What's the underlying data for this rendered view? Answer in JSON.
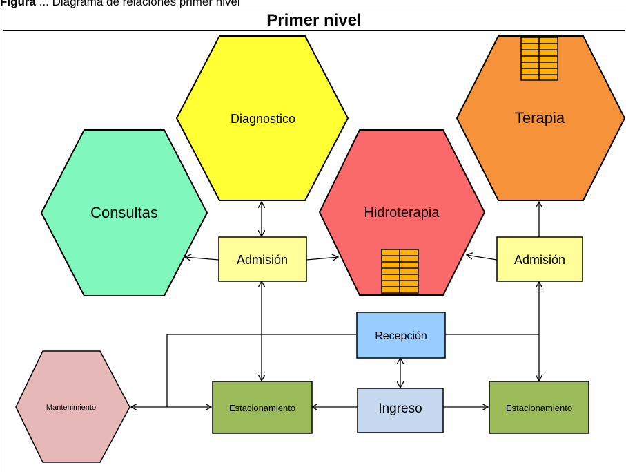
{
  "caption": {
    "prefix": "Figura",
    "rest": "... Diagrama de relaciones primer nivel"
  },
  "title": "Primer nivel",
  "nodes": {
    "diagnostico": "Diagnostico",
    "terapia": "Terapia",
    "consultas": "Consultas",
    "hidroterapia": "Hidroterapia",
    "admision_left": "Admisión",
    "admision_right": "Admisión",
    "recepcion": "Recepción",
    "mantenimiento": "Mantenimiento",
    "estacionamiento_left": "Estacionamiento",
    "ingreso": "Ingreso",
    "estacionamiento_right": "Estacionamiento"
  },
  "colors": {
    "diagnostico": "#ffff33",
    "terapia": "#f6923a",
    "consultas": "#7ff7bd",
    "hidroterapia": "#fb6a6a",
    "admision": "#ffff99",
    "recepcion": "#99ccff",
    "mantenimiento": "#e6b9b8",
    "estacionamiento": "#9bbb59",
    "ingreso": "#c6d9f1",
    "stairs": "#ffb000"
  }
}
